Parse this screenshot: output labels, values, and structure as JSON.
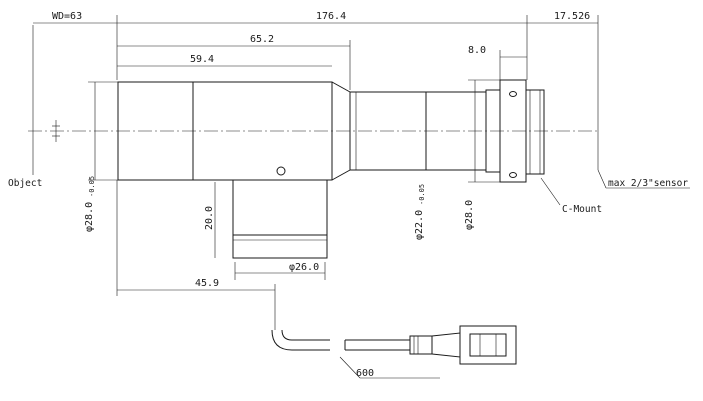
{
  "dimensions": {
    "wd": "WD=63",
    "total_length": "176.4",
    "rear_distance": "17.526",
    "body_upper": "65.2",
    "body_inner": "59.4",
    "flange": "8.0",
    "port_height": "20.0",
    "port_diameter": "φ26.0",
    "port_offset": "45.9",
    "front_diameter": "φ28.0",
    "front_tolerance": "-0.05",
    "tube_diameter": "φ22.0",
    "tube_tolerance": "-0.05",
    "mount_diameter": "φ28.0",
    "cable_length": "600"
  },
  "labels": {
    "object": "Object",
    "c_mount": "C-Mount",
    "sensor": "max 2/3\"sensor"
  }
}
